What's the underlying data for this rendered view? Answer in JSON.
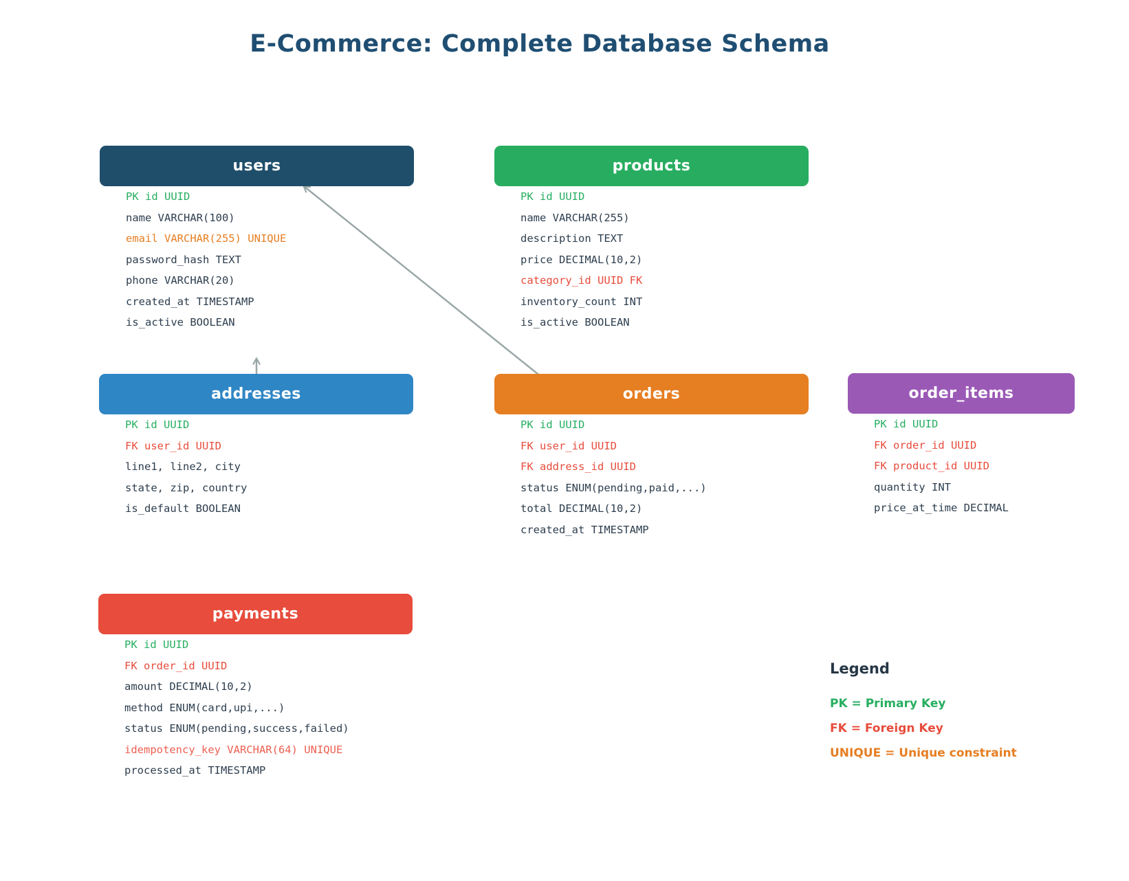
{
  "title": "E-Commerce: Complete Database Schema",
  "colors": {
    "title": "#1F4E72",
    "field_default": "#2D3E4E",
    "primary_key": "#27AE60",
    "foreign_key": "#E74C3C",
    "unique_orange": "#E67E22",
    "arrow": "#9AA7A8"
  },
  "tables": [
    {
      "id": "users",
      "name": "users",
      "header_color": "#1F4E6B",
      "fields": [
        {
          "text": "PK id UUID",
          "color": "#27AE60"
        },
        {
          "text": "name VARCHAR(100)",
          "color": "#2D3E4E"
        },
        {
          "text": "email VARCHAR(255) UNIQUE",
          "color": "#E67E22"
        },
        {
          "text": "password_hash TEXT",
          "color": "#2D3E4E"
        },
        {
          "text": "phone VARCHAR(20)",
          "color": "#2D3E4E"
        },
        {
          "text": "created_at TIMESTAMP",
          "color": "#2D3E4E"
        },
        {
          "text": "is_active BOOLEAN",
          "color": "#2D3E4E"
        }
      ]
    },
    {
      "id": "products",
      "name": "products",
      "header_color": "#28AD60",
      "fields": [
        {
          "text": "PK id UUID",
          "color": "#27AE60"
        },
        {
          "text": "name VARCHAR(255)",
          "color": "#2D3E4E"
        },
        {
          "text": "description TEXT",
          "color": "#2D3E4E"
        },
        {
          "text": "price DECIMAL(10,2)",
          "color": "#2D3E4E"
        },
        {
          "text": "category_id UUID FK",
          "color": "#E74C3C"
        },
        {
          "text": "inventory_count INT",
          "color": "#2D3E4E"
        },
        {
          "text": "is_active BOOLEAN",
          "color": "#2D3E4E"
        }
      ]
    },
    {
      "id": "addresses",
      "name": "addresses",
      "header_color": "#2F86C5",
      "fields": [
        {
          "text": "PK id UUID",
          "color": "#27AE60"
        },
        {
          "text": "FK user_id UUID",
          "color": "#E74C3C"
        },
        {
          "text": "line1, line2, city",
          "color": "#2D3E4E"
        },
        {
          "text": "state, zip, country",
          "color": "#2D3E4E"
        },
        {
          "text": "is_default BOOLEAN",
          "color": "#2D3E4E"
        }
      ]
    },
    {
      "id": "orders",
      "name": "orders",
      "header_color": "#E67E22",
      "fields": [
        {
          "text": "PK id UUID",
          "color": "#27AE60"
        },
        {
          "text": "FK user_id UUID",
          "color": "#E74C3C"
        },
        {
          "text": "FK address_id UUID",
          "color": "#E74C3C"
        },
        {
          "text": "status ENUM(pending,paid,...)",
          "color": "#2D3E4E"
        },
        {
          "text": "total DECIMAL(10,2)",
          "color": "#2D3E4E"
        },
        {
          "text": "created_at TIMESTAMP",
          "color": "#2D3E4E"
        }
      ]
    },
    {
      "id": "order_items",
      "name": "order_items",
      "header_color": "#9B59B6",
      "fields": [
        {
          "text": "PK id UUID",
          "color": "#27AE60"
        },
        {
          "text": "FK order_id UUID",
          "color": "#E74C3C"
        },
        {
          "text": "FK product_id UUID",
          "color": "#E74C3C"
        },
        {
          "text": "quantity INT",
          "color": "#2D3E4E"
        },
        {
          "text": "price_at_time DECIMAL",
          "color": "#2D3E4E"
        }
      ]
    },
    {
      "id": "payments",
      "name": "payments",
      "header_color": "#E74C3C",
      "fields": [
        {
          "text": "PK id UUID",
          "color": "#27AE60"
        },
        {
          "text": "FK order_id UUID",
          "color": "#E74C3C"
        },
        {
          "text": "amount DECIMAL(10,2)",
          "color": "#2D3E4E"
        },
        {
          "text": "method ENUM(card,upi,...)",
          "color": "#2D3E4E"
        },
        {
          "text": "status ENUM(pending,success,failed)",
          "color": "#2D3E4E"
        },
        {
          "text": "idempotency_key VARCHAR(64) UNIQUE",
          "color": "#EC5F52"
        },
        {
          "text": "processed_at TIMESTAMP",
          "color": "#2D3E4E"
        }
      ]
    }
  ],
  "relationships": [
    {
      "from": "orders",
      "to": "users",
      "style": "diagonal-arrow"
    },
    {
      "from": "addresses",
      "to": "users",
      "style": "up-arrow"
    }
  ],
  "legend": {
    "heading": "Legend",
    "items": [
      {
        "text": "PK = Primary Key",
        "color": "#27AE60"
      },
      {
        "text": "FK = Foreign Key",
        "color": "#E74C3C"
      },
      {
        "text": "UNIQUE = Unique constraint",
        "color": "#E67E22"
      }
    ]
  }
}
